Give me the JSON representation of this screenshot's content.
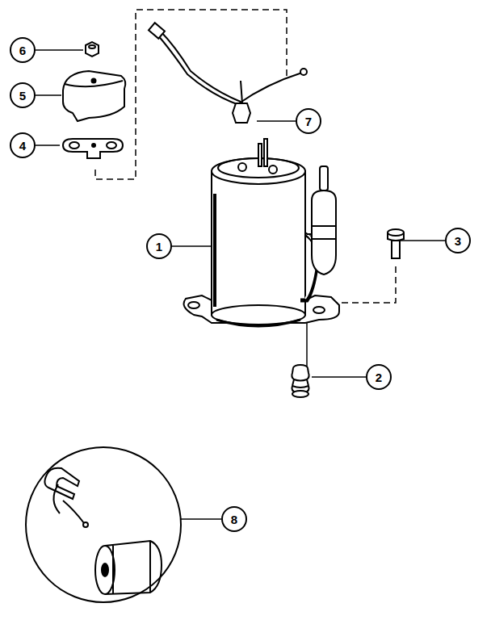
{
  "diagram": {
    "nodes": [
      {
        "text": [
          "6"
        ]
      },
      {
        "text": [
          "5"
        ]
      },
      {
        "text": [
          "7"
        ]
      },
      {
        "text": [
          "4"
        ]
      },
      {
        "text": [
          "3"
        ]
      },
      {
        "text": [
          "1"
        ]
      },
      {
        "text": [
          "2"
        ]
      },
      {
        "text": [
          "8"
        ]
      }
    ],
    "edges": []
  }
}
